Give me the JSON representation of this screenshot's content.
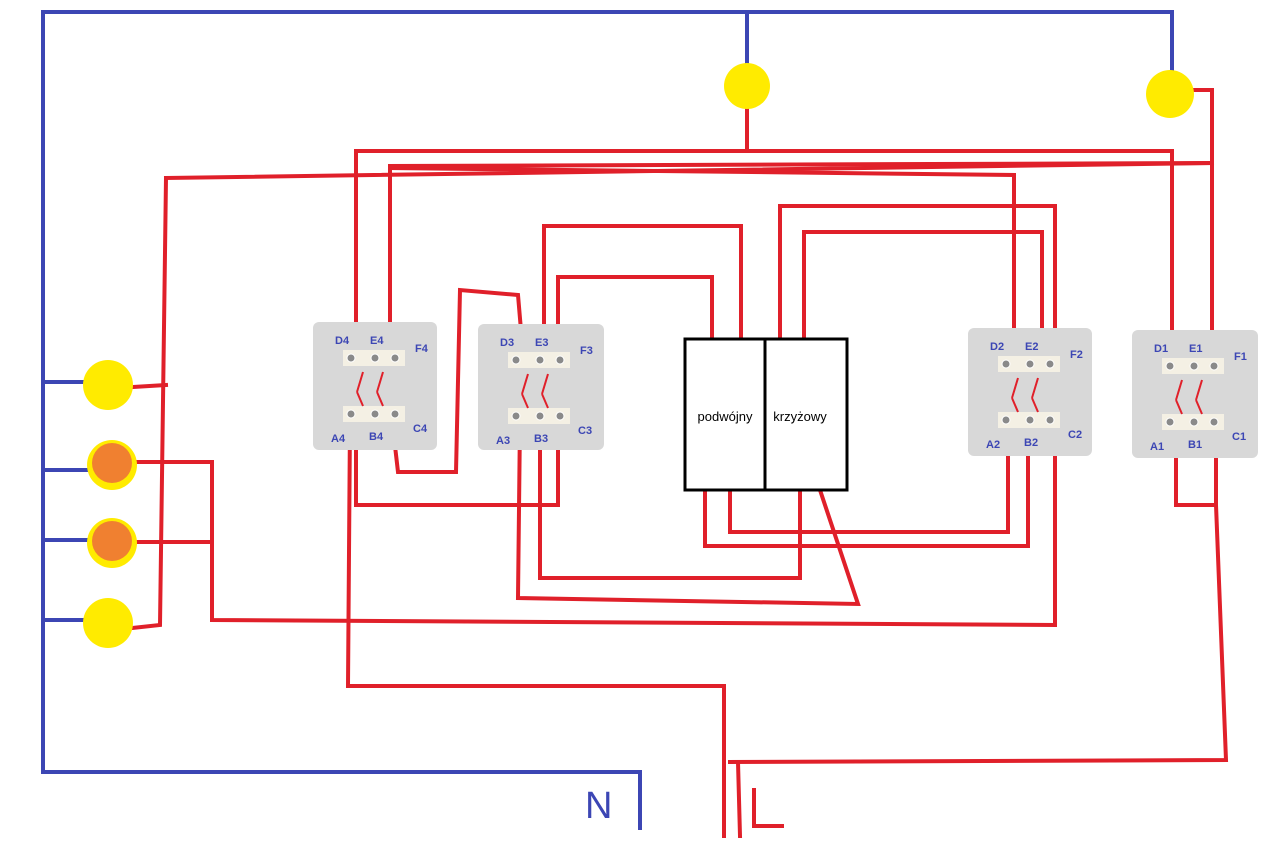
{
  "colors": {
    "neutral": "#3c46b4",
    "live": "#e0202a",
    "lamp": "#ffeb00",
    "lamp_alt": "#f08030"
  },
  "labels": {
    "neutral": "N",
    "double_switch": "podwójny",
    "cross_switch": "krzyżowy"
  },
  "switches": [
    {
      "id": "s4",
      "terminals": [
        "D4",
        "E4",
        "F4",
        "A4",
        "B4",
        "C4"
      ]
    },
    {
      "id": "s3",
      "terminals": [
        "D3",
        "E3",
        "F3",
        "A3",
        "B3",
        "C3"
      ]
    },
    {
      "id": "s2",
      "terminals": [
        "D2",
        "E2",
        "F2",
        "A2",
        "B2",
        "C2"
      ]
    },
    {
      "id": "s1",
      "terminals": [
        "D1",
        "E1",
        "F1",
        "A1",
        "B1",
        "C1"
      ]
    }
  ]
}
